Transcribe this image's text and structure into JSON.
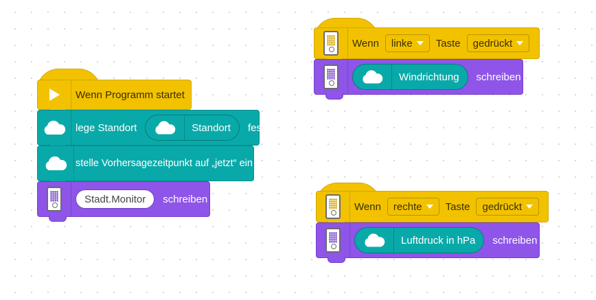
{
  "stack1": {
    "start": {
      "label": "Wenn Programm startet",
      "icon": "play-icon"
    },
    "set_location": {
      "label": "lege Standort",
      "reporter": "Standort",
      "suffix": "fest",
      "icon": "cloud-icon"
    },
    "set_forecast": {
      "label": "stelle Vorhersagezeitpunkt auf „jetzt“ ein",
      "icon": "cloud-icon"
    },
    "write": {
      "value": "Stadt.Monitor",
      "suffix": "schreiben",
      "icon": "hub-icon"
    }
  },
  "stack2": {
    "event": {
      "prefix": "Wenn",
      "button": "linke",
      "middle": "Taste",
      "state": "gedrückt",
      "icon": "hub-icon"
    },
    "write": {
      "reporter": "Windrichtung",
      "suffix": "schreiben",
      "icon": "cloud-icon"
    }
  },
  "stack3": {
    "event": {
      "prefix": "Wenn",
      "button": "rechte",
      "middle": "Taste",
      "state": "gedrückt",
      "icon": "hub-icon"
    },
    "write": {
      "reporter": "Luftdruck in hPa",
      "suffix": "schreiben",
      "icon": "cloud-icon"
    }
  },
  "colors": {
    "event": "#f2c200",
    "weather": "#0aa9a9",
    "display": "#8e55e8"
  }
}
